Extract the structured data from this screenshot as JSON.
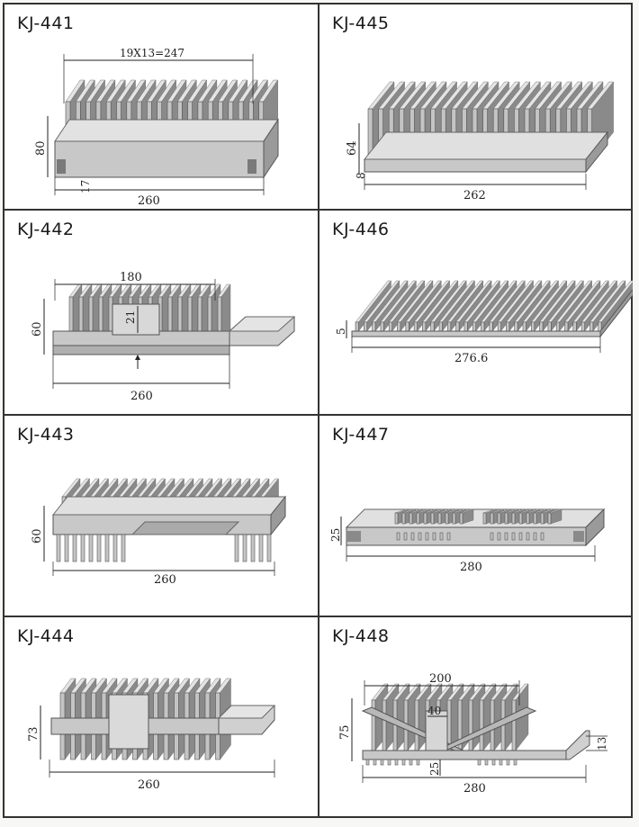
{
  "models": [
    {
      "code": "KJ-441",
      "dims": {
        "pitch": "19X13=247",
        "height": "80",
        "base": "17",
        "width": "260"
      }
    },
    {
      "code": "KJ-445",
      "dims": {
        "height": "64",
        "base": "8",
        "width": "262"
      }
    },
    {
      "code": "KJ-442",
      "dims": {
        "inner": "180",
        "slot": "21",
        "height": "60",
        "width": "260"
      }
    },
    {
      "code": "KJ-446",
      "dims": {
        "height": "5",
        "width": "276.6"
      }
    },
    {
      "code": "KJ-443",
      "dims": {
        "height": "60",
        "width": "260"
      }
    },
    {
      "code": "KJ-447",
      "dims": {
        "height": "25",
        "width": "280"
      }
    },
    {
      "code": "KJ-444",
      "dims": {
        "height": "73",
        "width": "260"
      }
    },
    {
      "code": "KJ-448",
      "dims": {
        "top": "200",
        "slot": "40",
        "height": "75",
        "flange": "13",
        "base": "25",
        "width": "280"
      }
    }
  ],
  "colors": {
    "metal": "#c4c4c4",
    "metal_light": "#e4e4e4",
    "metal_dark": "#8a8a8a",
    "line": "#222222"
  }
}
